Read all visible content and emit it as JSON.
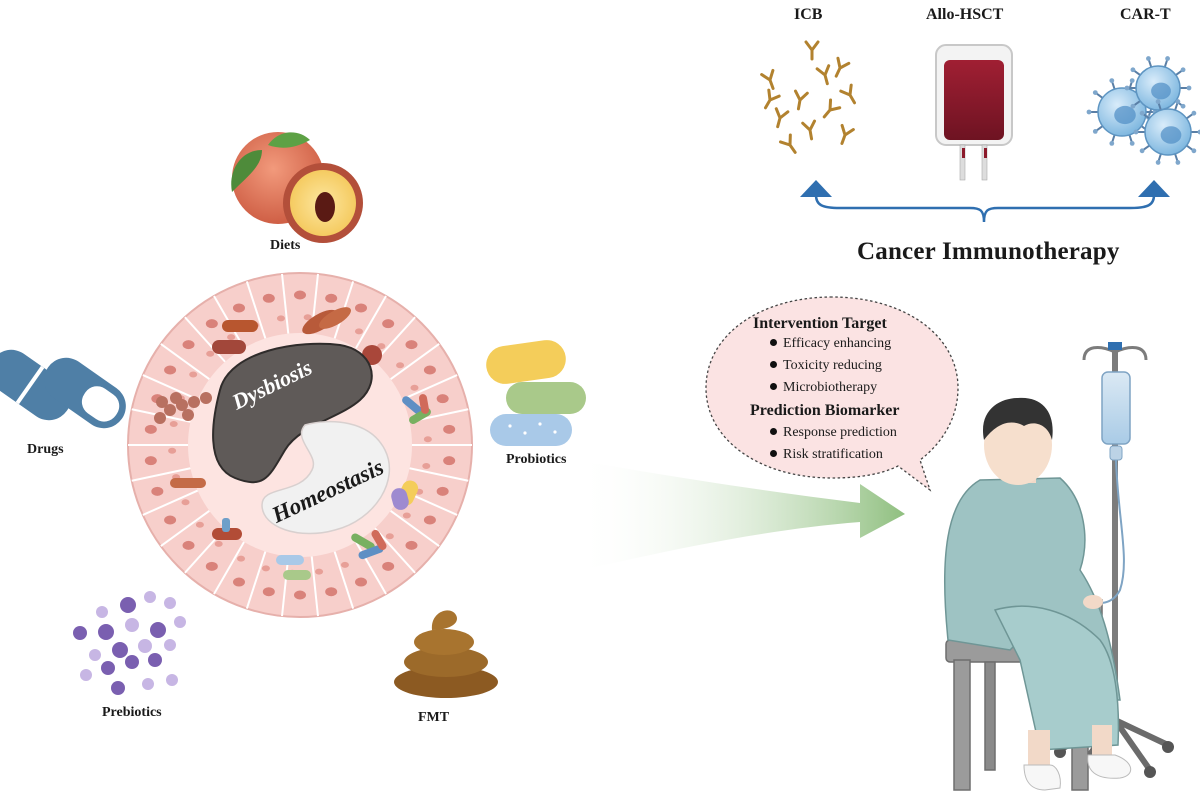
{
  "labels": {
    "diets": "Diets",
    "drugs": "Drugs",
    "probiotics": "Probiotics",
    "prebiotics": "Prebiotics",
    "fmt": "FMT",
    "dysbiosis": "Dysbiosis",
    "homeostasis": "Homeostasis"
  },
  "therapies": {
    "icb": "ICB",
    "allo_hsct": "Allo-HSCT",
    "car_t": "CAR-T",
    "title": "Cancer Immunotherapy"
  },
  "bubble": {
    "target_title": "Intervention Target",
    "target_items": [
      "Efficacy enhancing",
      "Toxicity reducing",
      "Microbiotherapy"
    ],
    "biomarker_title": "Prediction Biomarker",
    "biomarker_items": [
      "Response prediction",
      "Risk stratification"
    ]
  },
  "colors": {
    "ring_outer": "#f7cfcb",
    "ring_inner": "#fde4e1",
    "dysbiosis": "#5f5a58",
    "homeostasis": "#f1f1f1",
    "drug_blue": "#4f7fa6",
    "arrow_green": "#8fbf7f",
    "arrow_blue": "#2f6fb0",
    "blood_bag": "#8c1a2b",
    "car_t_cell": "#8ec3e6",
    "gown": "#9ec3c3"
  }
}
